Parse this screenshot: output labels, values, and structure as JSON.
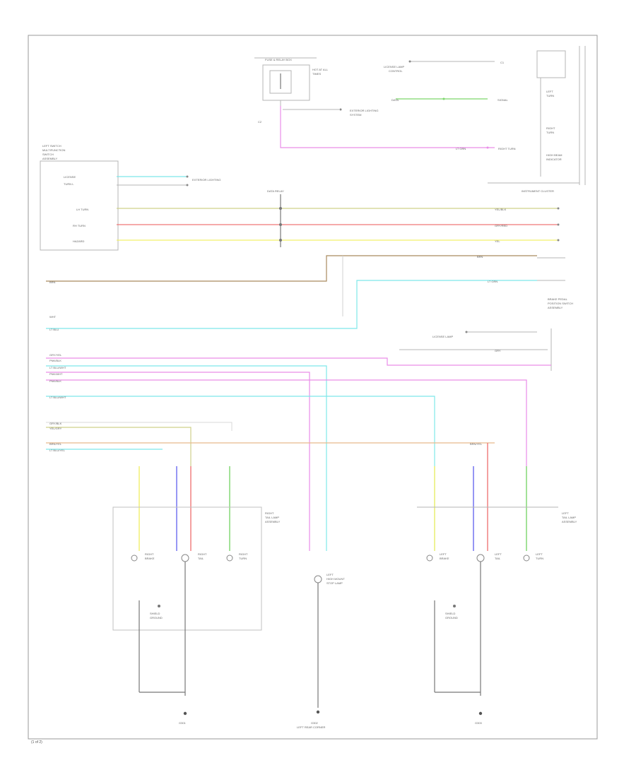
{
  "page": {
    "code": "(1 of 2)"
  },
  "colors": {
    "gray": "#b5b5b5",
    "dark": "#777777",
    "green": "#7cd66b",
    "pink": "#e98de8",
    "yellow": "#f2f06a",
    "red": "#ef7777",
    "tan": "#e8b98c",
    "cyan": "#7ee8ea",
    "blue": "#6a6af0",
    "brown": "#a98a5e",
    "olive": "#cfd08b"
  },
  "components": {
    "instrument_cluster": "INSTRUMENT CLUSTER",
    "front_left_lamp": "RIGHT TAIL LAMP ASSEMBLY",
    "front_right_lamp": "LEFT TAIL LAMP ASSEMBLY",
    "left_ground": "G301",
    "center_ground": "G302",
    "right_ground": "G303"
  }
}
